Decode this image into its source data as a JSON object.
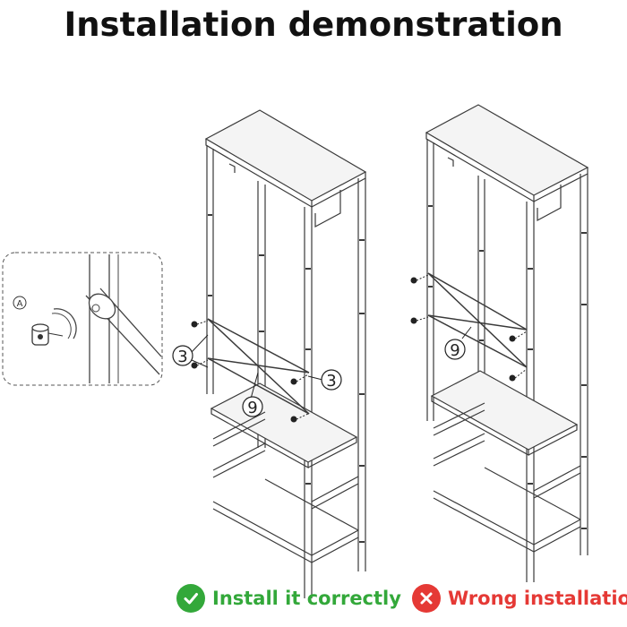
{
  "title": "Installation demonstration",
  "detail": {
    "part_label": "A",
    "icon": "cam-lock-bolt-icon"
  },
  "left_unit": {
    "label_screws_left": "3",
    "label_screws_right": "3",
    "label_crossbar": "9"
  },
  "right_unit": {
    "label_crossbar": "9"
  },
  "legend": {
    "correct": {
      "label": "Install it correctly",
      "icon": "check-circle-icon",
      "color": "#33a83a"
    },
    "wrong": {
      "label": "Wrong installation",
      "icon": "cross-circle-icon",
      "color": "#e53935"
    }
  }
}
